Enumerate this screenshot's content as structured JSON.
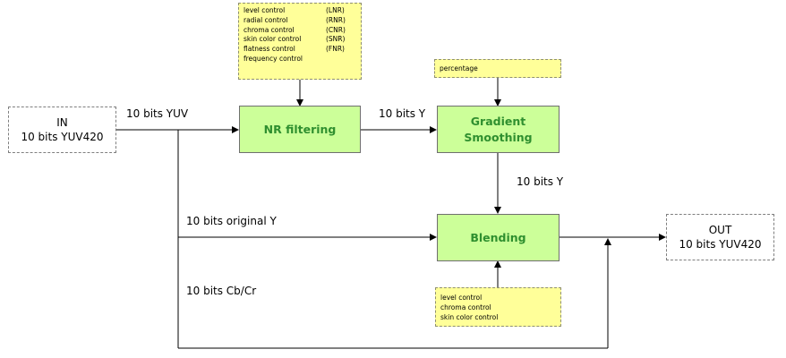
{
  "io": {
    "input": {
      "title": "IN",
      "format": "10 bits YUV420"
    },
    "output": {
      "title": "OUT",
      "format": "10 bits YUV420"
    }
  },
  "blocks": {
    "nr_filtering": "NR filtering",
    "gradient_line1": "Gradient",
    "gradient_line2": "Smoothing",
    "blending": "Blending"
  },
  "notes": {
    "nr_controls": [
      {
        "name": "level control",
        "code": "(LNR)"
      },
      {
        "name": "radial control",
        "code": "(RNR)"
      },
      {
        "name": "chroma control",
        "code": "(CNR)"
      },
      {
        "name": "skin color control",
        "code": "(SNR)"
      },
      {
        "name": "flatness control",
        "code": "(FNR)"
      },
      {
        "name": "frequency control",
        "code": ""
      }
    ],
    "gradient_param": "percentage",
    "blend_controls": [
      "level control",
      "chroma control",
      "skin color control"
    ]
  },
  "edges": {
    "in_to_nr": "10 bits YUV",
    "nr_to_grad": "10 bits Y",
    "grad_to_blend": "10 bits Y",
    "orig_y": "10 bits original Y",
    "cbcr": "10 bits Cb/Cr"
  }
}
